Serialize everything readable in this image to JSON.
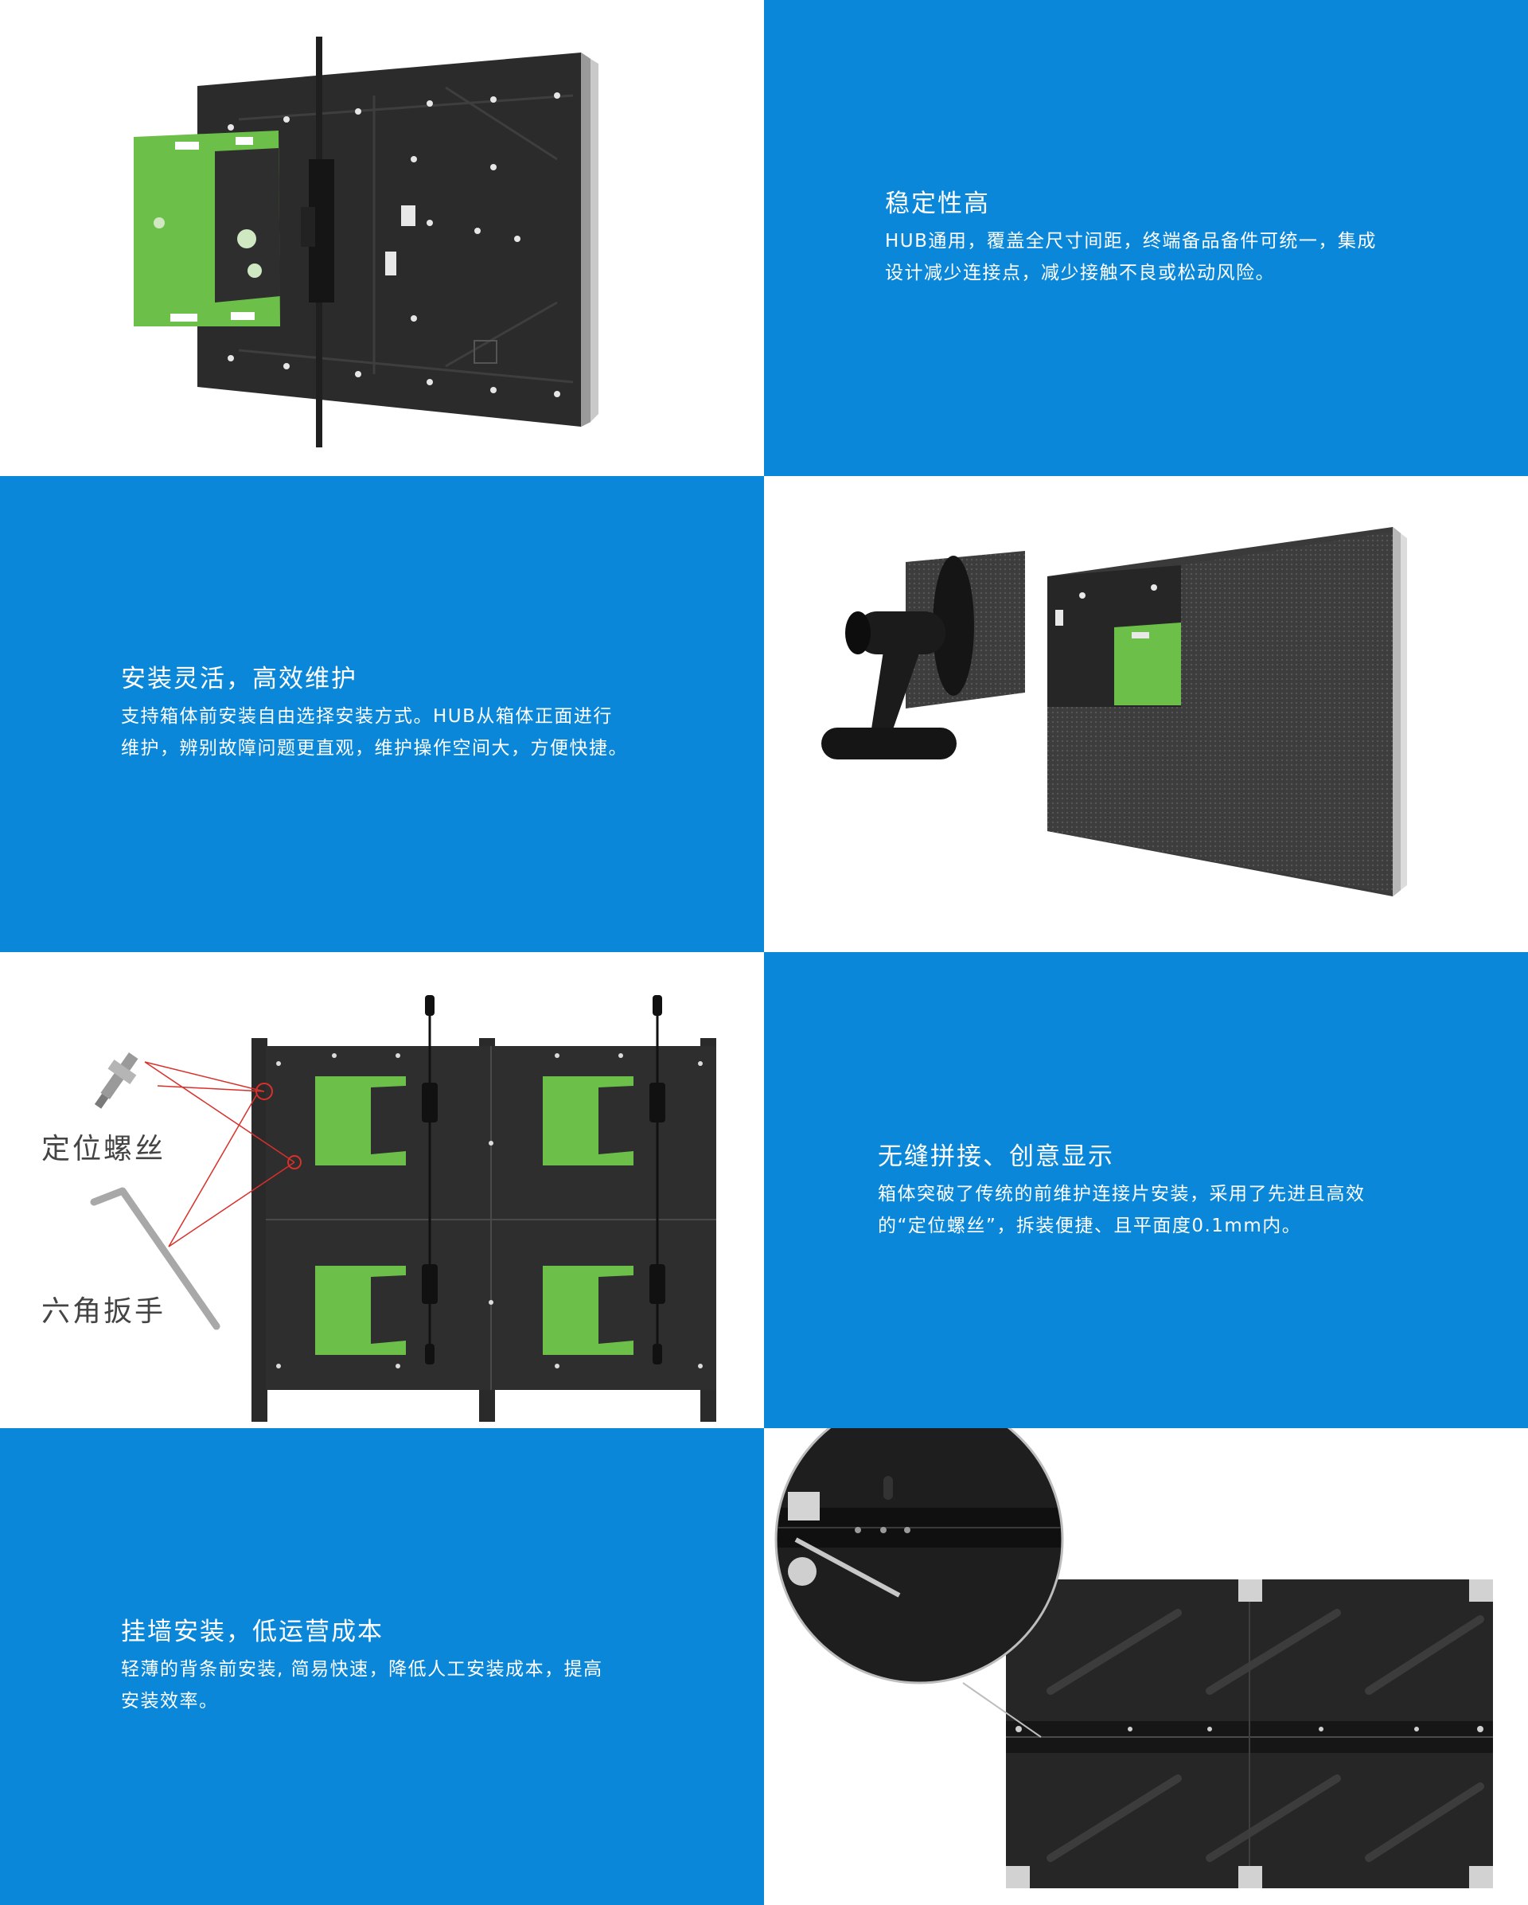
{
  "features": [
    {
      "title": "稳定性高",
      "body_line1": "HUB通用，覆盖全尺寸间距，终端备品备件可统一，集成",
      "body_line2": "设计减少连接点，减少接触不良或松动风险。"
    },
    {
      "title": "安装灵活，高效维护",
      "body_line1": "支持箱体前安装自由选择安装方式。HUB从箱体正面进行",
      "body_line2": "维护，辨别故障问题更直观，维护操作空间大，方便快捷。"
    },
    {
      "title": "无缝拼接、创意显示",
      "body_line1": "箱体突破了传统的前维护连接片安装，采用了先进且高效",
      "body_line2": "的“定位螺丝”，拆装便捷、且平面度0.1mm内。"
    },
    {
      "title": "挂墙安装，低运营成本",
      "body_line1": "轻薄的背条前安装, 简易快速，降低人工安装成本，提高",
      "body_line2": "安装效率。"
    }
  ],
  "diagram_labels": {
    "positioning_screw": "定位螺丝",
    "hex_wrench": "六角扳手"
  },
  "colors": {
    "blue_panel": "#0a87d8",
    "pcb_green": "#6cc04a",
    "cabinet_dark": "#2a2a2a",
    "callout_red": "#d9302b"
  }
}
